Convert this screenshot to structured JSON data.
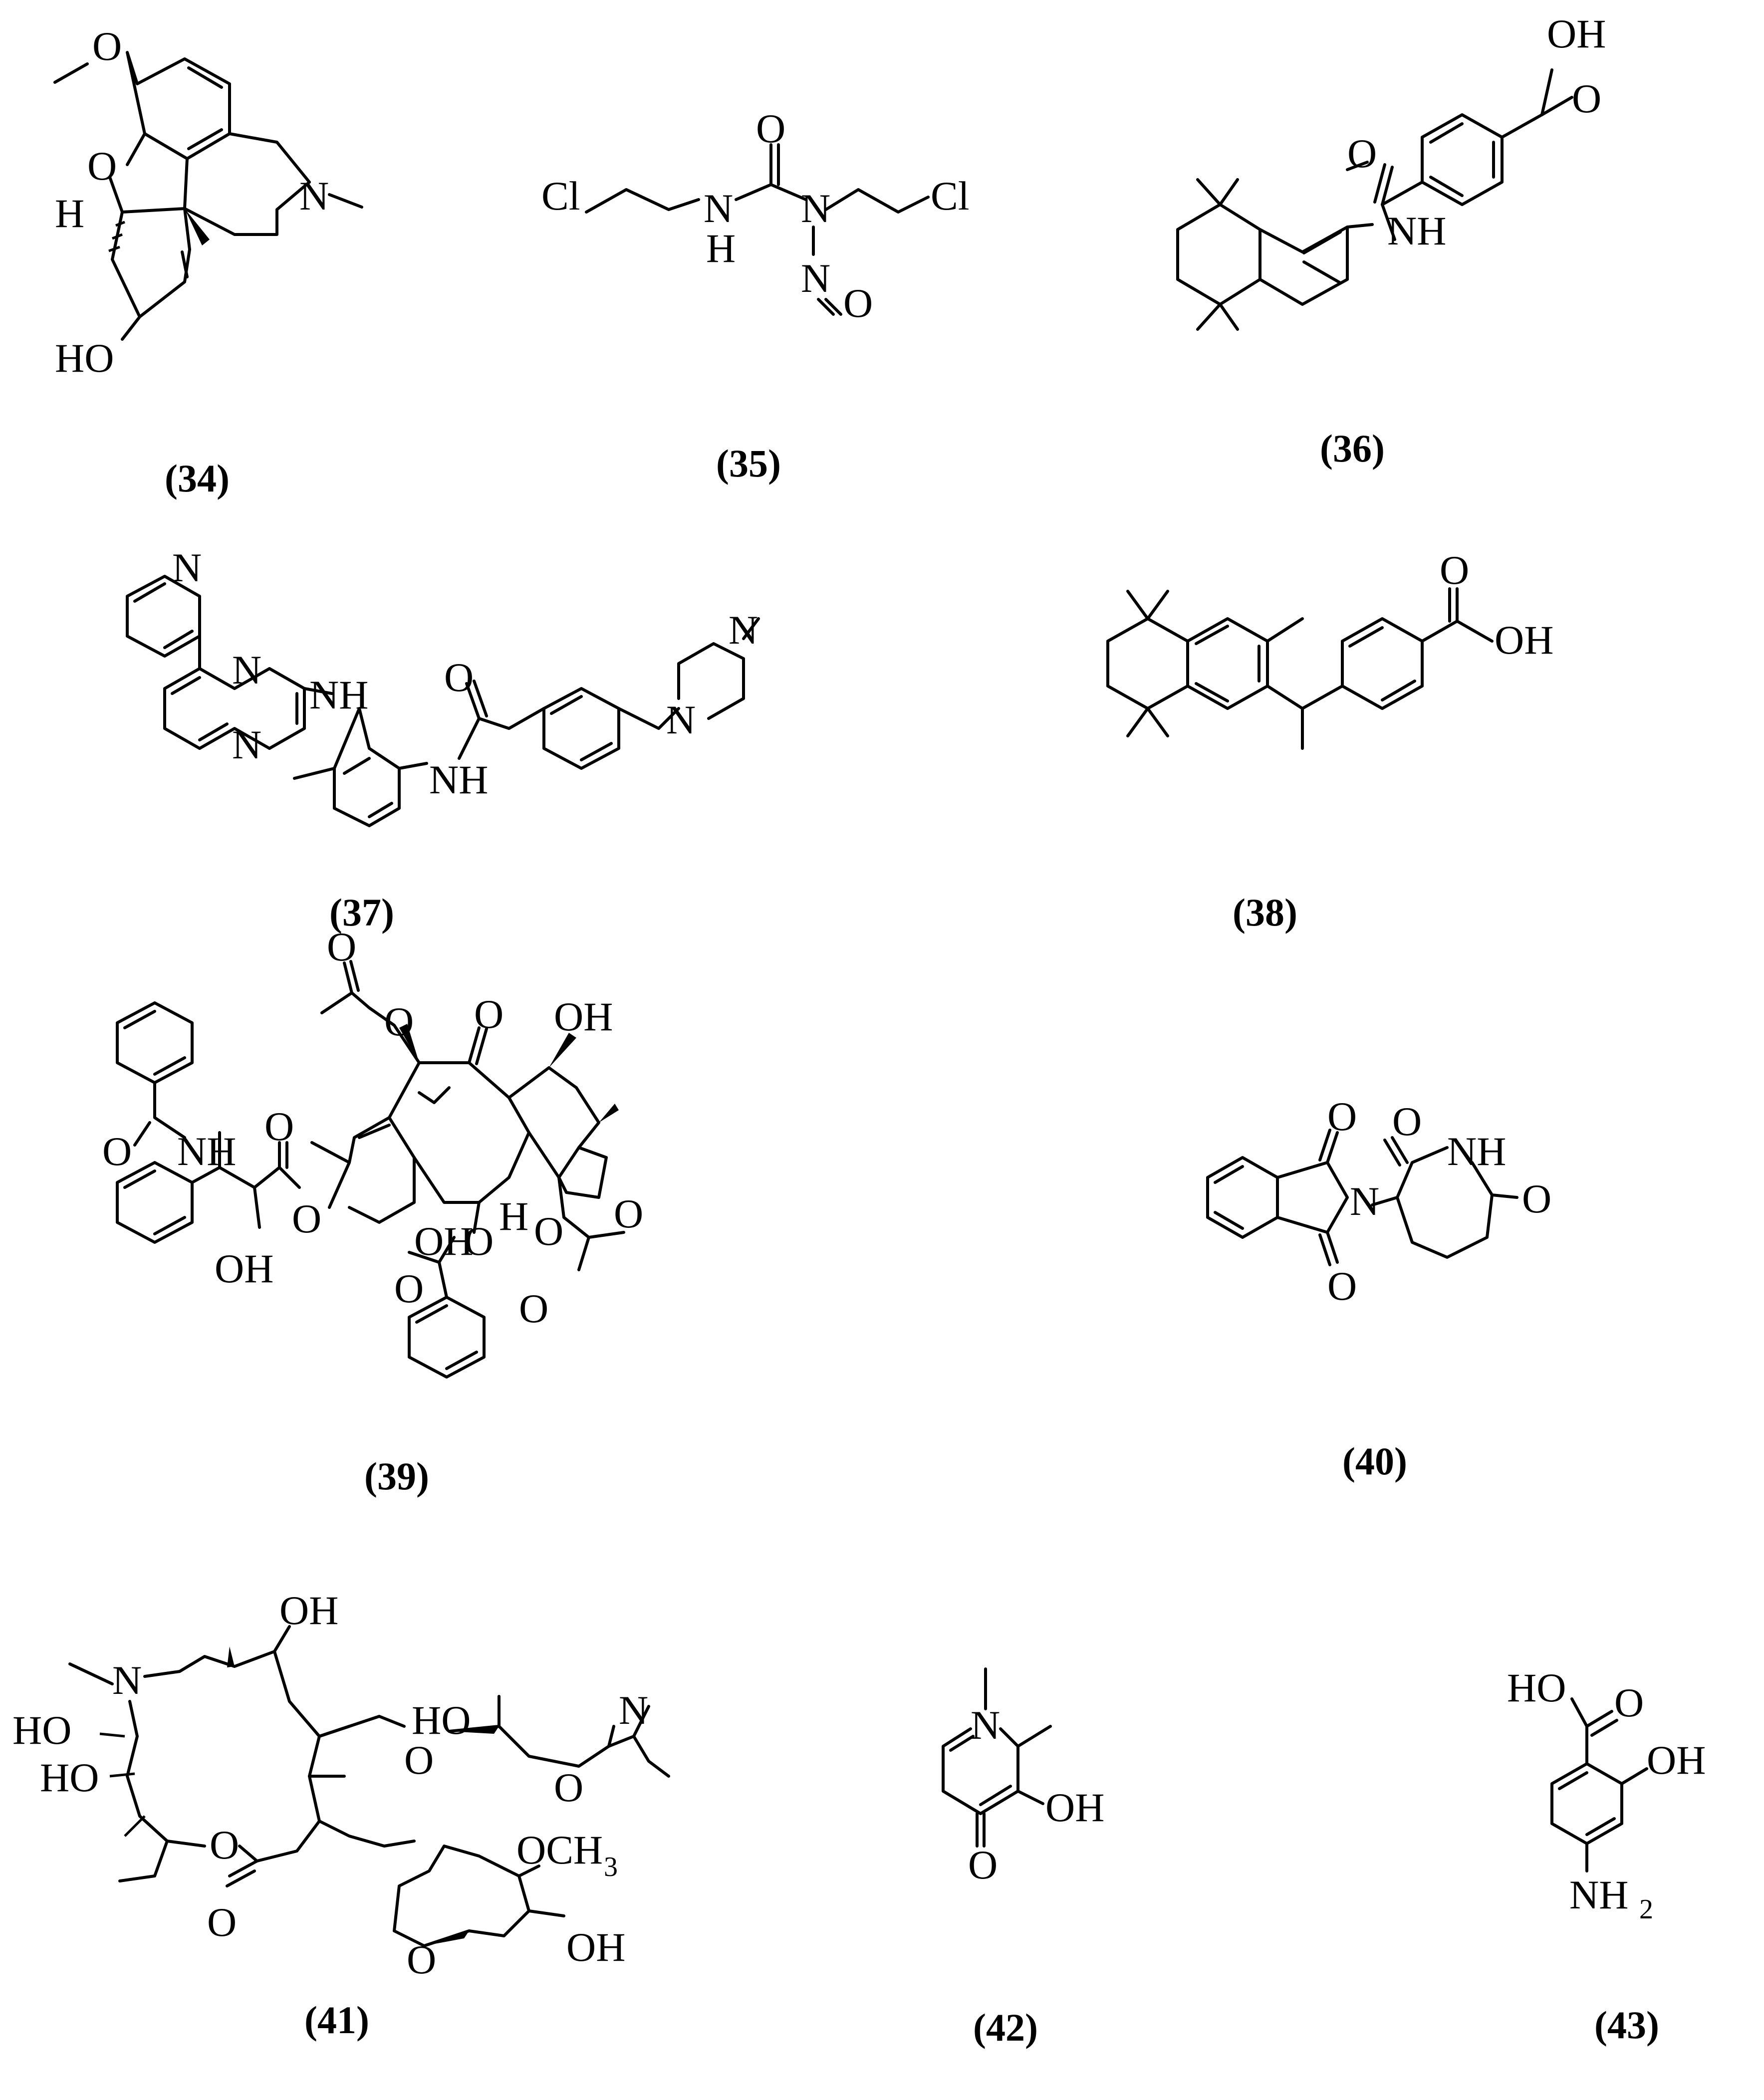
{
  "figure": {
    "background": "#ffffff",
    "ink": "#000000",
    "compounds": [
      {
        "id": "34",
        "caption": "(34)",
        "structure": "galantamine",
        "labels": [
          "O",
          "O",
          "H",
          "N",
          "HO"
        ]
      },
      {
        "id": "35",
        "caption": "(35)",
        "structure": "carmustine",
        "labels": [
          "O",
          "Cl",
          "N",
          "H",
          "N",
          "Cl",
          "N",
          "O"
        ]
      },
      {
        "id": "36",
        "caption": "(36)",
        "structure": "tamibarotene",
        "labels": [
          "OH",
          "O",
          "O",
          "NH"
        ]
      },
      {
        "id": "37",
        "caption": "(37)",
        "structure": "imatinib",
        "labels": [
          "N",
          "N",
          "N",
          "NH",
          "O",
          "NH",
          "N",
          "N"
        ]
      },
      {
        "id": "38",
        "caption": "(38)",
        "structure": "tetramethyltetrahydronaphthyl ethyl benzoic acid",
        "labels": [
          "O",
          "OH"
        ]
      },
      {
        "id": "39",
        "caption": "(39)",
        "structure": "paclitaxel",
        "labels": [
          "O",
          "O",
          "O",
          "OH",
          "O",
          "NH",
          "O",
          "O",
          "OH",
          "OH",
          "H",
          "O",
          "O",
          "O",
          "O",
          "O"
        ]
      },
      {
        "id": "40",
        "caption": "(40)",
        "structure": "thalidomide",
        "labels": [
          "O",
          "O",
          "NH",
          "N",
          "O",
          "O"
        ]
      },
      {
        "id": "41",
        "caption": "(41)",
        "structure": "azithromycin",
        "labels": [
          "OH",
          "N",
          "HO",
          "HO",
          "O",
          "O",
          "HO",
          "N",
          "O",
          "O",
          "OCH",
          "O",
          "OH"
        ]
      },
      {
        "id": "42",
        "caption": "(42)",
        "structure": "deferiprone",
        "labels": [
          "N",
          "OH",
          "O"
        ]
      },
      {
        "id": "43",
        "caption": "(43)",
        "structure": "4-aminosalicylic acid",
        "labels": [
          "HO",
          "O",
          "OH",
          "NH"
        ]
      }
    ]
  }
}
